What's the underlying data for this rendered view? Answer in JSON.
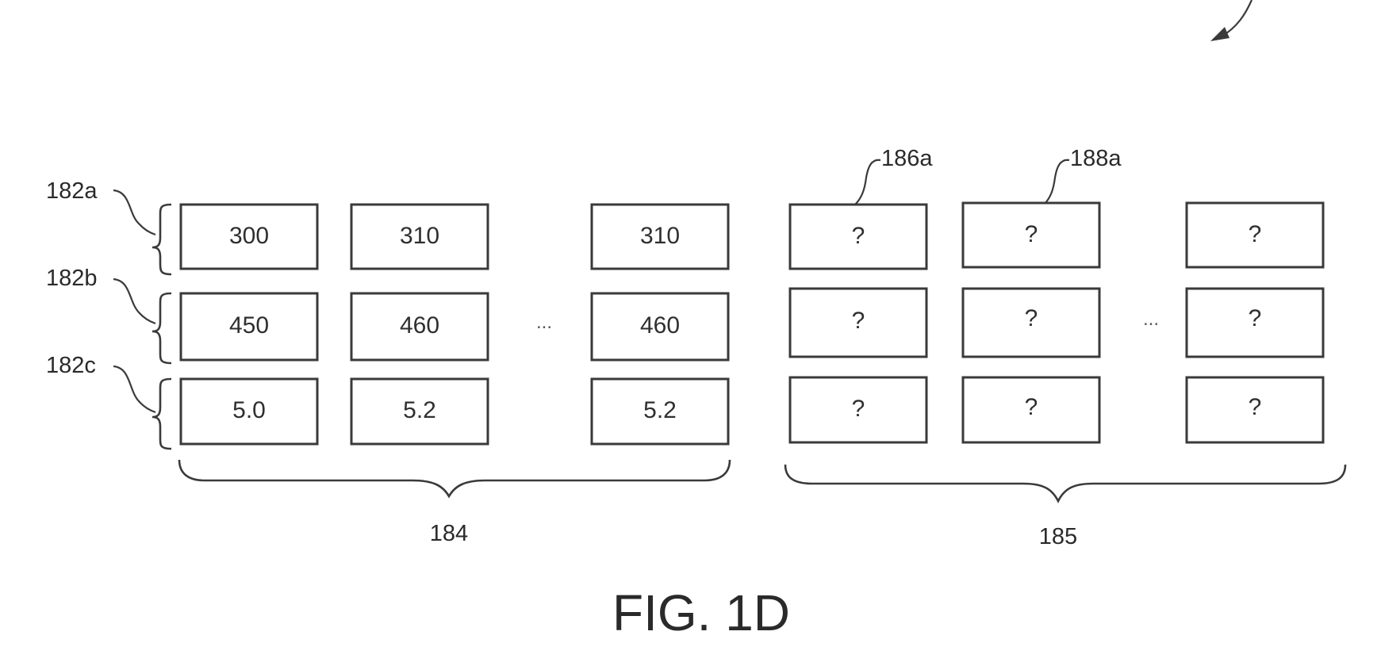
{
  "figure": {
    "title": "FIG. 1D"
  },
  "row_labels": [
    "182a",
    "182b",
    "182c"
  ],
  "callouts": {
    "first_unknown": "186a",
    "second_unknown": "188a"
  },
  "ellipsis": "...",
  "known_group": {
    "label": "184",
    "columns": [
      [
        "300",
        "450",
        "5.0"
      ],
      [
        "310",
        "460",
        "5.2"
      ],
      [
        "310",
        "460",
        "5.2"
      ]
    ]
  },
  "unknown_group": {
    "label": "185",
    "columns": [
      [
        "?",
        "?",
        "?"
      ],
      [
        "?",
        "?",
        "?"
      ],
      [
        "?",
        "?",
        "?"
      ]
    ]
  }
}
